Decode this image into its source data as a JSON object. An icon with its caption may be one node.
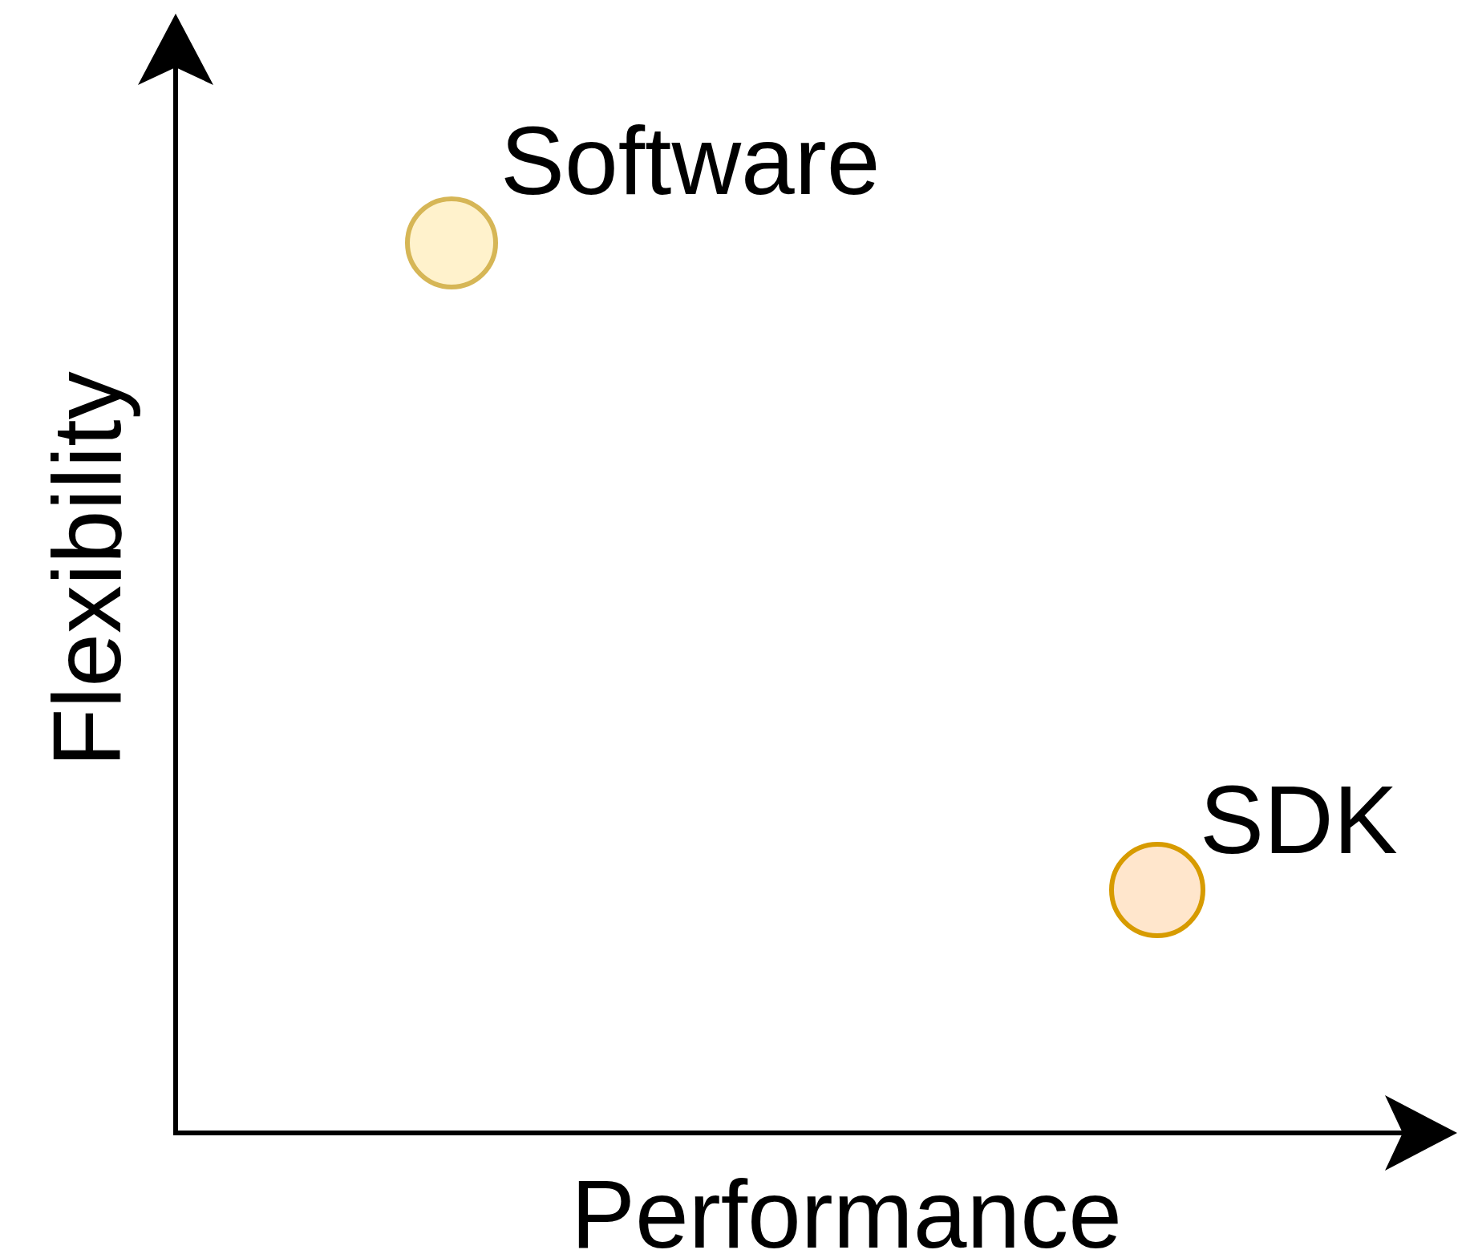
{
  "diagram": {
    "nodes": [
      {
        "text": [],
        "shape": "circle",
        "beside": [
          "Software"
        ]
      },
      {
        "text": [],
        "shape": "circle",
        "beside": [
          "SDK"
        ]
      }
    ],
    "labels": [
      "Flexibility",
      "Performance"
    ]
  }
}
